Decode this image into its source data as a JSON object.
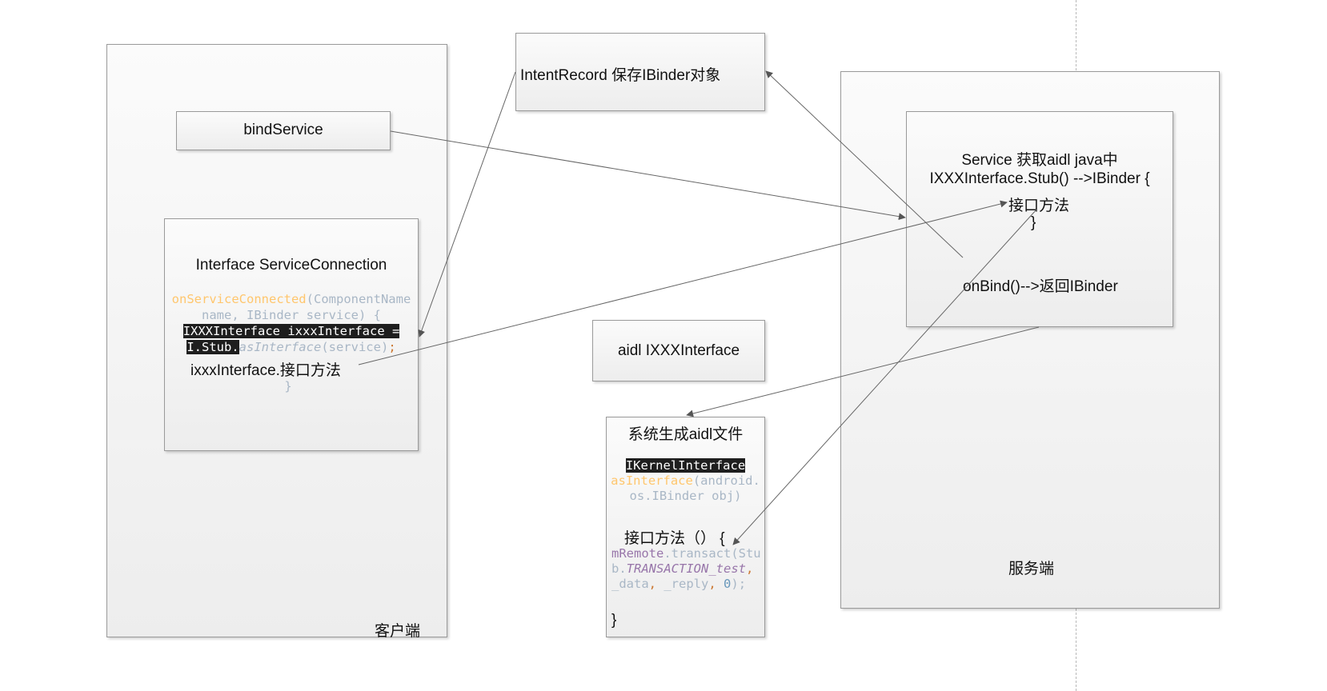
{
  "client": {
    "label": "客户端",
    "bind_service": "bindService",
    "conn_title": "Interface ServiceConnection",
    "code": {
      "l1_fn": "onServiceConnected",
      "l1_rest": "(ComponentName",
      "l2": "name, IBinder service) {",
      "l3": "IXXXInterface ixxxInterface =",
      "l4_sel": "I.Stub.",
      "l4_it": "asInterface",
      "l4_rest": "(service)",
      "l4_semi": ";",
      "l5": "ixxxInterface.接口方法",
      "l6": "}"
    }
  },
  "intent_record": {
    "label": "IntentRecord 保存IBinder对象"
  },
  "aidl_box": {
    "label": "aidl  IXXXInterface"
  },
  "generated": {
    "title": "系统生成aidl文件",
    "code": {
      "l1": "IKernelInterface",
      "l2_fn": "asInterface",
      "l2_rest": "(android.",
      "l3": "os.IBinder obj)",
      "method": "接口方法（）  {",
      "l5_field": "mRemote",
      "l5_rest": ".transact(Stu",
      "l6_pre": "b.",
      "l6_it": "TRANSACTION_test",
      "l6_comma": ",",
      "l7_a": "_data",
      "l7_c1": ",",
      "l7_b": " _reply",
      "l7_c2": ",",
      "l7_num": " 0",
      "l7_end": ");",
      "close": "}"
    }
  },
  "server": {
    "label": "服务端",
    "inner": {
      "l1": "Service 获取aidl java中",
      "l2": "IXXXInterface.Stub() -->IBinder  {",
      "l3": "接口方法",
      "l4": "}",
      "onbind": "onBind()-->返回IBinder"
    }
  }
}
